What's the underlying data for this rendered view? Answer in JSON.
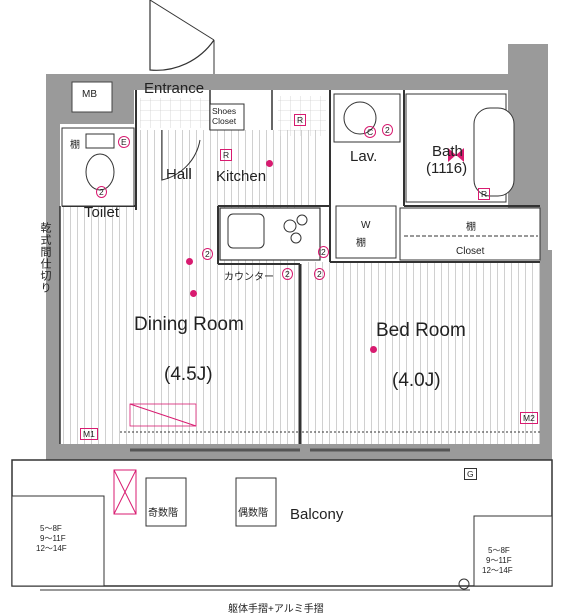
{
  "rooms": {
    "entrance": "Entrance",
    "mb": "MB",
    "shoes_closet_line1": "Shoes",
    "shoes_closet_line2": "Closet",
    "hall": "Hall",
    "kitchen": "Kitchen",
    "toilet": "Toilet",
    "lav": "Lav.",
    "bath": "Bath",
    "bath_size": "(1116)",
    "dining_room": "Dining Room",
    "dining_size": "(4.5J)",
    "bed_room": "Bed Room",
    "bed_size": "(4.0J)",
    "closet": "Closet",
    "balcony": "Balcony"
  },
  "labels": {
    "counter": "カウンター",
    "shelf_toilet": "棚",
    "shelf_closet": "棚",
    "shelf_w": "棚",
    "washer": "W",
    "odd_floor": "奇数階",
    "even_floor": "偶数階",
    "partition": "乾式間仕切り",
    "handrail": "躯体手摺+アルミ手摺",
    "floors_left_1": "5～8F",
    "floors_left_2": "9～11F",
    "floors_left_3": "12～14F",
    "floors_right_1": "5～8F",
    "floors_right_2": "9～11F",
    "floors_right_3": "12～14F"
  },
  "markers": {
    "r1": "R",
    "r2": "R",
    "r3": "R",
    "e": "E",
    "c": "C",
    "m1": "M1",
    "m2": "M2",
    "g": "G",
    "n2a": "2",
    "n2b": "2",
    "n2c": "2",
    "n2d": "2",
    "n2e": "2",
    "n2f": "2"
  },
  "colors": {
    "wall": "#9a9a9a",
    "wall_dark": "#7d7d7d",
    "line": "#333333",
    "accent": "#d81b70"
  }
}
